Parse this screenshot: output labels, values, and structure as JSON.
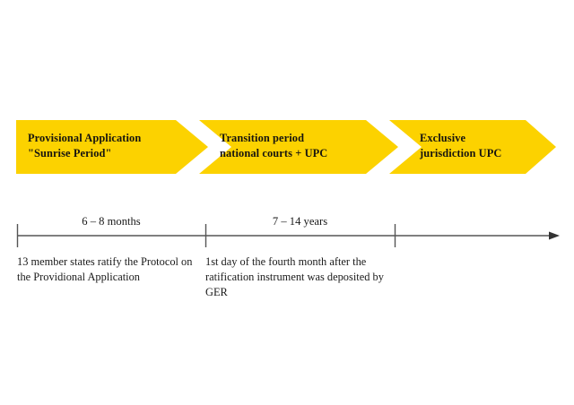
{
  "diagram": {
    "title": "UPC timeline",
    "type": "timeline",
    "colors": {
      "arrow_fill": "#FCD200",
      "text": "#1a1a1a",
      "axis": "#555555",
      "background": "#ffffff"
    },
    "stages": [
      {
        "label": "Provisional Application\n\"Sunrise Period\"",
        "line1": "Provisional Application",
        "line2": "\"Sunrise Period\""
      },
      {
        "label": "Transition period\nnational courts + UPC",
        "line1": "Transition period",
        "line2": "national courts + UPC"
      },
      {
        "label": "Exclusive\njurisdiction UPC",
        "line1": "Exclusive",
        "line2": "jurisdiction UPC"
      }
    ],
    "axis": {
      "durations": [
        "6 – 8 months",
        "7 – 14 years"
      ],
      "ticks": 3,
      "arrowhead": "right"
    },
    "notes": [
      "13 member states ratify the Protocol on the Providional Application",
      "1st day of the fourth month after the ratification instrument was deposited by GER"
    ]
  }
}
